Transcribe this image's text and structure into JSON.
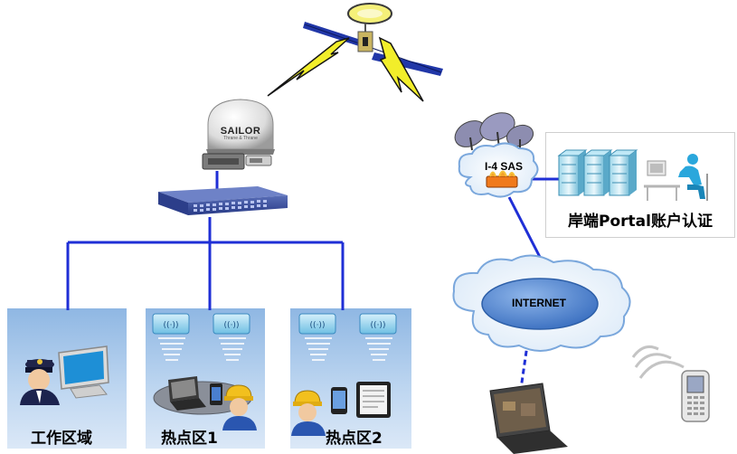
{
  "labels": {
    "satellite_terminal": "SAILOR",
    "satellite_terminal_sub": "Thrane & Thrane",
    "ground_station": "I-4 SAS",
    "portal": "岸端Portal账户认证",
    "internet": "INTERNET",
    "zone_work": "工作区域",
    "zone_hotspot1": "热点区1",
    "zone_hotspot2": "热点区2"
  },
  "icons": [
    "satellite-icon",
    "lightning-icon",
    "satellite-dome-icon",
    "network-switch-icon",
    "dish-antenna-icon",
    "firewall-icon",
    "server-rack-icon",
    "workstation-user-icon",
    "cloud-icon",
    "wifi-access-point-icon",
    "officer-icon",
    "worker-icon",
    "laptop-icon",
    "smartphone-icon",
    "tablet-icon",
    "pda-icon",
    "wireless-signal-icon",
    "monitor-icon"
  ],
  "colors": {
    "link_line": "#1f2fd6",
    "zone_fill": "#a9c8ec",
    "lightning": "#f2ee2a",
    "cloud_outline": "#7aa7dc",
    "internet_ellipse": "#3d78c6",
    "firewall": "#f07a1c"
  }
}
